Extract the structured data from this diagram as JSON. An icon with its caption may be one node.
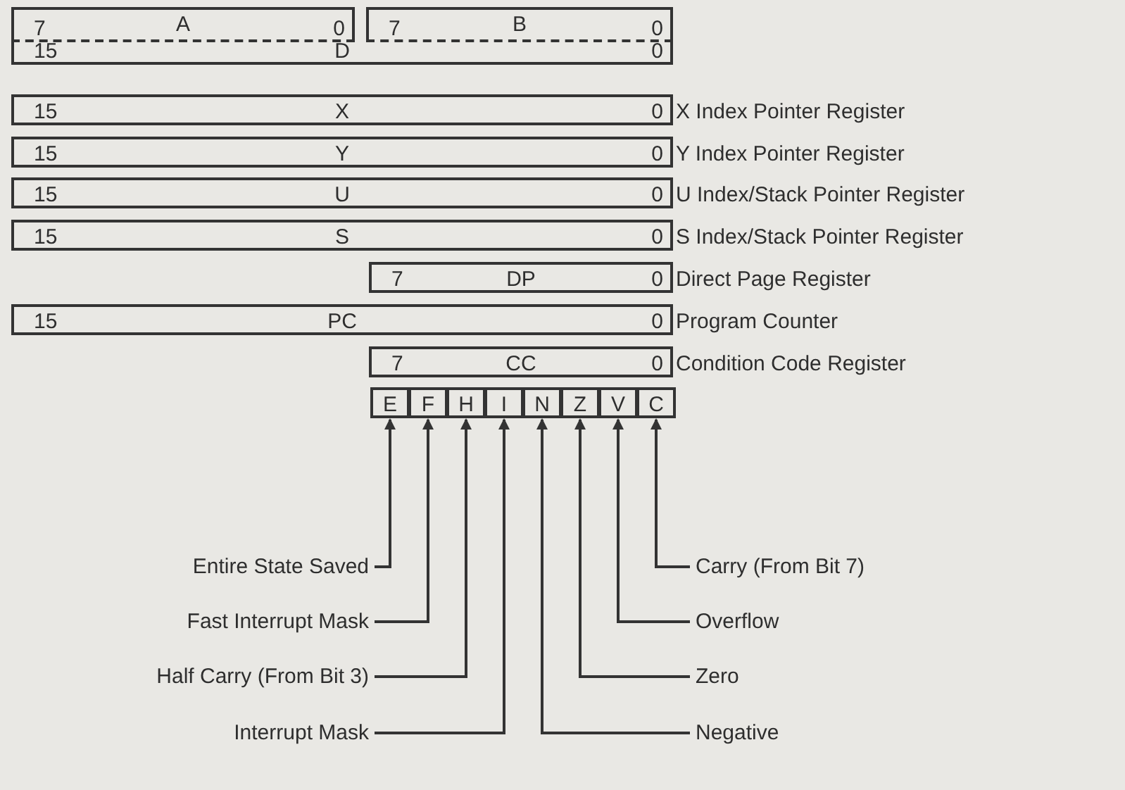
{
  "diagram": {
    "nodes": [
      {
        "text": [
          "7",
          "A",
          "0"
        ]
      },
      {
        "text": [
          "7",
          "B",
          "0"
        ]
      },
      {
        "text": [
          "15",
          "D",
          "0"
        ]
      },
      {
        "text": [
          "15",
          "X",
          "0"
        ],
        "beside": [
          "X Index Pointer Register"
        ]
      },
      {
        "text": [
          "15",
          "Y",
          "0"
        ],
        "beside": [
          "Y Index Pointer Register"
        ]
      },
      {
        "text": [
          "15",
          "U",
          "0"
        ],
        "beside": [
          "U Index/Stack Pointer Register"
        ]
      },
      {
        "text": [
          "15",
          "S",
          "0"
        ],
        "beside": [
          "S Index/Stack Pointer Register"
        ]
      },
      {
        "text": [
          "7",
          "DP",
          "0"
        ],
        "beside": [
          "Direct Page Register"
        ]
      },
      {
        "text": [
          "15",
          "PC",
          "0"
        ],
        "beside": [
          "Program Counter"
        ]
      },
      {
        "text": [
          "7",
          "CC",
          "0"
        ],
        "beside": [
          "Condition Code Register"
        ]
      },
      {
        "text": [
          "E"
        ]
      },
      {
        "text": [
          "F"
        ]
      },
      {
        "text": [
          "H"
        ]
      },
      {
        "text": [
          "I"
        ]
      },
      {
        "text": [
          "N"
        ]
      },
      {
        "text": [
          "Z"
        ]
      },
      {
        "text": [
          "V"
        ]
      },
      {
        "text": [
          "C"
        ]
      },
      {
        "text": [
          "Entire State Saved"
        ]
      },
      {
        "text": [
          "Carry (From Bit 7)"
        ]
      },
      {
        "text": [
          "Fast Interrupt Mask"
        ]
      },
      {
        "text": [
          "Overflow"
        ]
      },
      {
        "text": [
          "Half Carry (From Bit 3)"
        ]
      },
      {
        "text": [
          "Zero"
        ]
      },
      {
        "text": [
          "Interrupt Mask"
        ]
      },
      {
        "text": [
          "Negative"
        ]
      }
    ],
    "edges": [
      {
        "from": 18,
        "to": 10,
        "arrow": "to"
      },
      {
        "from": 19,
        "to": 17,
        "arrow": "to"
      },
      {
        "from": 20,
        "to": 11,
        "arrow": "to"
      },
      {
        "from": 21,
        "to": 16,
        "arrow": "to"
      },
      {
        "from": 22,
        "to": 12,
        "arrow": "to"
      },
      {
        "from": 23,
        "to": 15,
        "arrow": "to"
      },
      {
        "from": 24,
        "to": 13,
        "arrow": "to"
      },
      {
        "from": 25,
        "to": 14,
        "arrow": "to"
      }
    ]
  }
}
